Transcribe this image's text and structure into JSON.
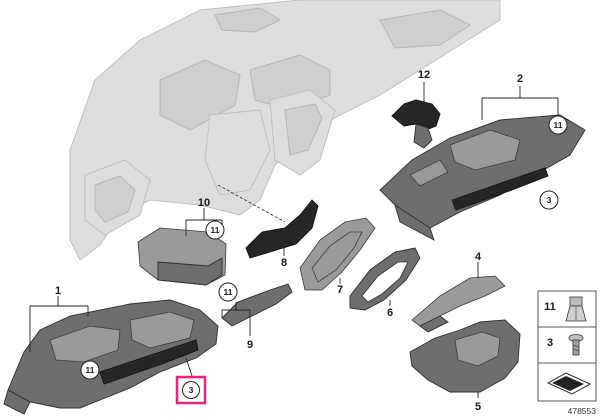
{
  "callouts": {
    "c1": "1",
    "c2": "2",
    "c4": "4",
    "c5": "5",
    "c6": "6",
    "c7": "7",
    "c8": "8",
    "c9": "9",
    "c10": "10",
    "c12": "12",
    "c11_right": "11",
    "c3_right": "3",
    "c11_ten": "11",
    "c11_nine": "11",
    "c11_one": "11",
    "c3_highlight": "3"
  },
  "legend": {
    "item_11": "11",
    "item_3": "3"
  },
  "diagram_id": "478553",
  "colors": {
    "highlight": "#e6287d",
    "dashboard": "#dddddd",
    "part": "#6e6e6e"
  }
}
